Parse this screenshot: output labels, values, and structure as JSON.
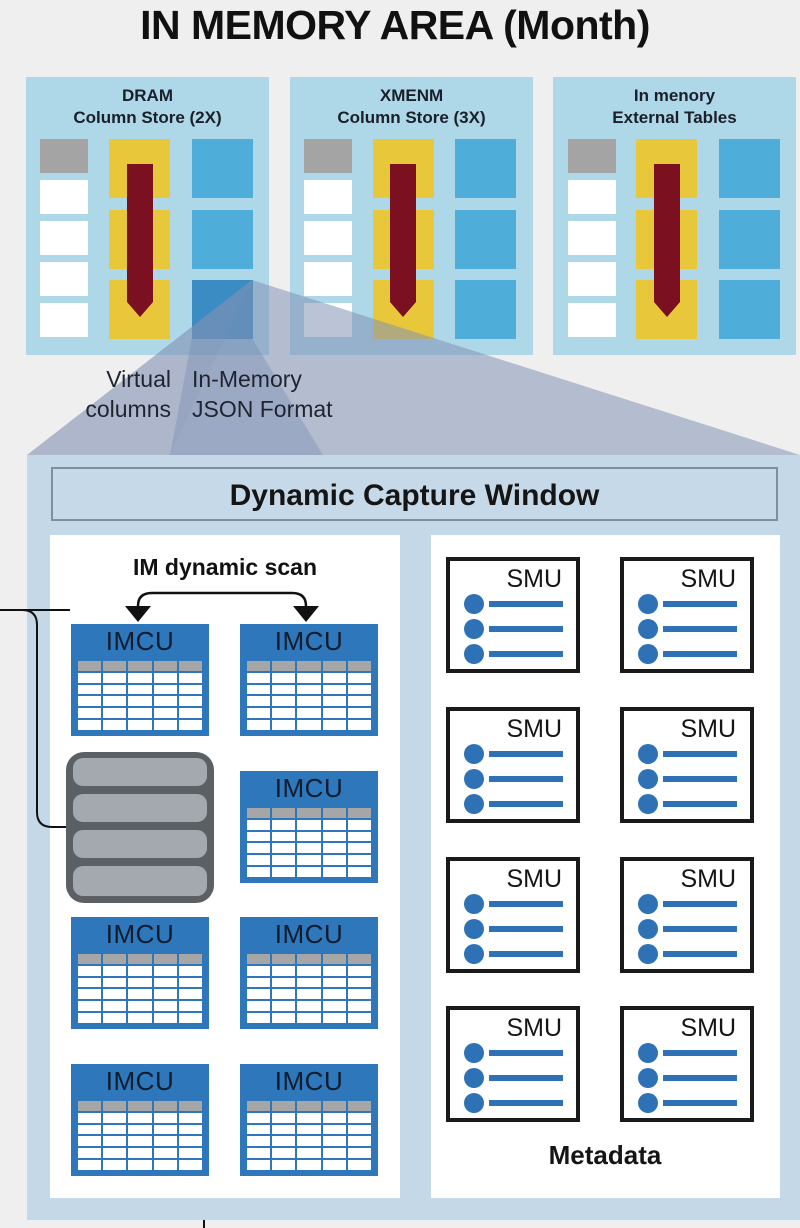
{
  "title": "IN MEMORY AREA  (Month)",
  "stores": [
    {
      "line1": "DRAM",
      "line2": "Column Store (2X)"
    },
    {
      "line1": "XMENM",
      "line2": "Column Store (3X)"
    },
    {
      "line1": "In menory",
      "line2": "External Tables"
    }
  ],
  "labels": {
    "virtual_line1": "Virtual",
    "virtual_line2": "columns",
    "json_line1": "In-Memory",
    "json_line2": "JSON Format"
  },
  "capture_window": {
    "title": "Dynamic Capture Window",
    "scan_title": "IM dynamic scan",
    "imcu_label": "IMCU",
    "imcu_count": 7,
    "smu_label": "SMU",
    "smu_count": 8,
    "metadata_title": "Metadata"
  },
  "colors": {
    "store_bg": "#aed8e8",
    "yellow": "#e8c73a",
    "arrow": "#7a1020",
    "blue_cell": "#4eadd9",
    "imcu_blue": "#2f77bb",
    "smu_blue": "#2e72b5",
    "panel": "#c4d8e8",
    "overlay": "#8391b4"
  }
}
